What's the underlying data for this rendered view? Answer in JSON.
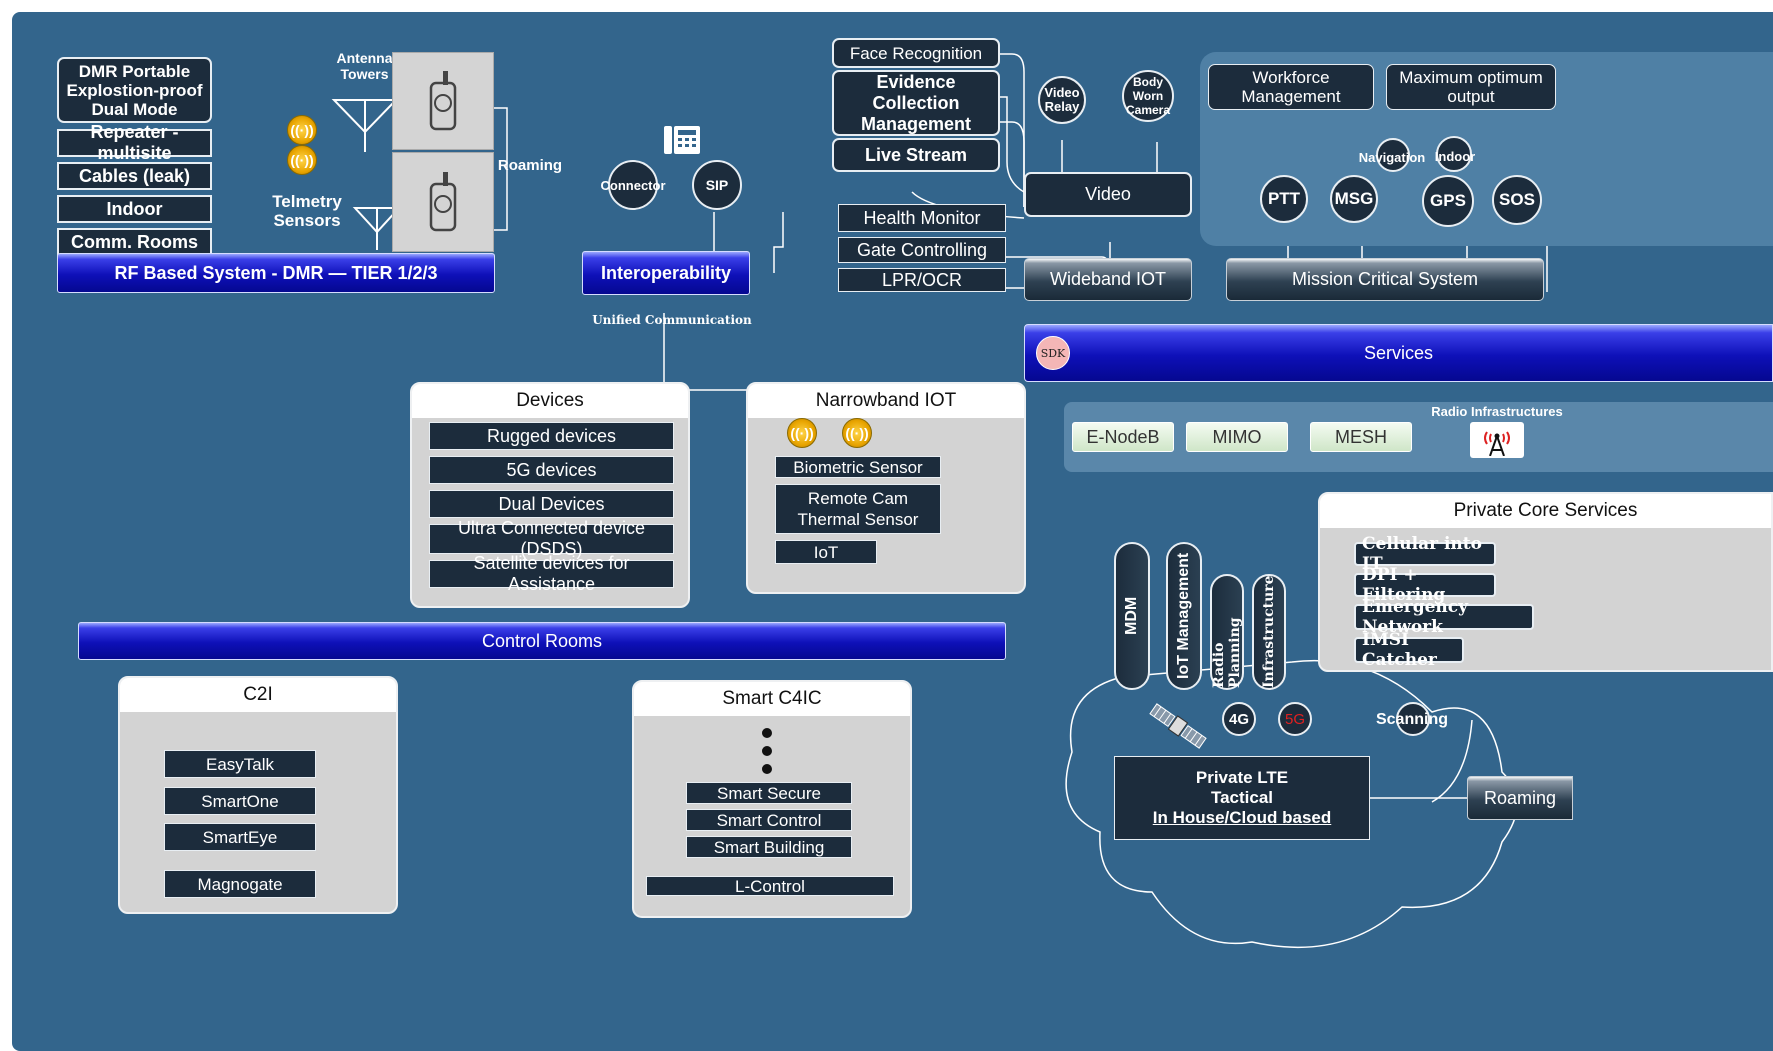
{
  "rf": {
    "dmr_portable": "DMR Portable Explostion-proof Dual Mode",
    "items": [
      "Repeater - multisite",
      "Cables (leak)",
      "Indoor",
      "Comm. Rooms"
    ],
    "antenna_towers": "Antenna Towers",
    "telemetry_sensors": "Telmetry Sensors",
    "roaming": "Roaming",
    "bar": "RF Based System - DMR  — TIER 1/2/3"
  },
  "interop": {
    "connector": "Connector",
    "sip": "SIP",
    "bar": "Interoperability",
    "unified": "Unified Communication"
  },
  "video": {
    "face": "Face Recognition",
    "evidence": "Evidence Collection Management",
    "live": "Live Stream",
    "video_relay": "Video Relay",
    "body_cam": "Body Worn Camera",
    "video": "Video",
    "health": "Health Monitor",
    "gate": "Gate Controlling",
    "lpr": "LPR/OCR",
    "wideband": "Wideband IOT"
  },
  "mission": {
    "workforce": "Workforce Management",
    "max_output": "Maximum optimum output",
    "navigation": "Navigation",
    "indoor": "Indoor",
    "ptt": "PTT",
    "msg": "MSG",
    "gps": "GPS",
    "sos": "SOS",
    "bar": "Mission Critical System"
  },
  "services": {
    "sdk": "SDK",
    "bar": "Services"
  },
  "devices": {
    "title": "Devices",
    "items": [
      "Rugged devices",
      "5G devices",
      "Dual Devices",
      "Ultra Connected device (DSDS)",
      "Satellite devices for Assistance"
    ]
  },
  "narrowband": {
    "title": "Narrowband IOT",
    "biometric": "Biometric Sensor",
    "remote_cam": "Remote Cam Thermal Sensor",
    "iot": "IoT"
  },
  "radio": {
    "label": "Radio Infrastructures",
    "items": [
      "E-NodeB",
      "MIMO",
      "MESH"
    ]
  },
  "core": {
    "title": "Private Core Services",
    "items": [
      "Cellular into IT",
      "DPI + Filtering",
      "Emergency Network",
      "IMSI Catcher"
    ]
  },
  "lte": {
    "pills": [
      "MDM",
      "IoT Management",
      "Radio Planning",
      "Infrastructure"
    ],
    "g4": "4G",
    "g5": "5G",
    "scanning": "Scanning",
    "private_lte_1": "Private LTE",
    "private_lte_2": "Tactical",
    "private_lte_3": "In House/Cloud based",
    "roaming": "Roaming"
  },
  "control": {
    "bar": "Control Rooms",
    "c2i_title": "C2I",
    "c2i_items": [
      "EasyTalk",
      "SmartOne",
      "SmartEye",
      "Magnogate"
    ],
    "c4ic_title": "Smart C4IC",
    "c4ic_items": [
      "Smart Secure",
      "Smart Control",
      "Smart Building"
    ],
    "lcontrol": "L-Control"
  },
  "colors": {
    "background": "#33658c",
    "box": "#1c2c3c",
    "bar_blue": "#0e10b8",
    "panel": "#d3d3d3",
    "five_g": "#e02020"
  }
}
